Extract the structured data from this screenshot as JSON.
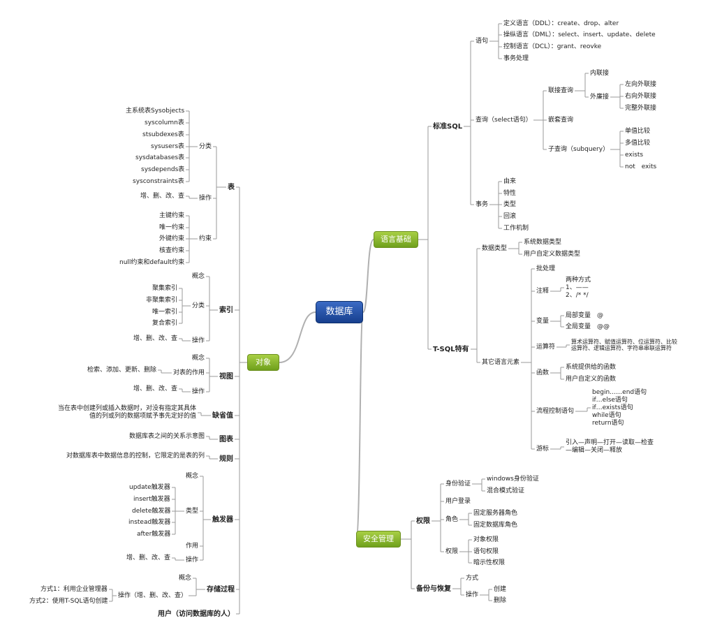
{
  "root": {
    "id": "root",
    "label": "数据库"
  },
  "hubs": [
    {
      "id": "lang",
      "label": "语言基础"
    },
    {
      "id": "obj",
      "label": "对象"
    },
    {
      "id": "sec",
      "label": "安全管理"
    }
  ],
  "nodes": [
    {
      "id": "stdsql",
      "label": "标准SQL",
      "bold": true
    },
    {
      "id": "tsql",
      "label": "T-SQL特有",
      "bold": true
    },
    {
      "id": "yuju",
      "label": "语句"
    },
    {
      "id": "ddl",
      "label": "定义语言（DDL）：create、drop、alter"
    },
    {
      "id": "dml",
      "label": "操纵语言（DML）：select、insert、update、delete"
    },
    {
      "id": "dcl",
      "label": "控制语言（DCL）：grant、reovke"
    },
    {
      "id": "swcl",
      "label": "事务处理"
    },
    {
      "id": "query",
      "label": "查询（select语句）"
    },
    {
      "id": "ljcx",
      "label": "联接查询"
    },
    {
      "id": "nlj",
      "label": "内联接"
    },
    {
      "id": "wlj",
      "label": "外廉接"
    },
    {
      "id": "zwlj",
      "label": "左向外联接"
    },
    {
      "id": "ywlj",
      "label": "右向外联接"
    },
    {
      "id": "wqwlj",
      "label": "完整外联接"
    },
    {
      "id": "qtcx",
      "label": "嵌套查询"
    },
    {
      "id": "zcx",
      "label": "子查询（subquery）"
    },
    {
      "id": "dzbj",
      "label": "单值比较"
    },
    {
      "id": "duozbj",
      "label": "多值比较"
    },
    {
      "id": "exists",
      "label": "exists"
    },
    {
      "id": "notexits",
      "label": "not　exits"
    },
    {
      "id": "shiwu",
      "label": "事务"
    },
    {
      "id": "youlai",
      "label": "由来"
    },
    {
      "id": "texing",
      "label": "特性"
    },
    {
      "id": "leixing",
      "label": "类型"
    },
    {
      "id": "huigun",
      "label": "回滚"
    },
    {
      "id": "gzjz",
      "label": "工作机制"
    },
    {
      "id": "sjlx",
      "label": "数据类型"
    },
    {
      "id": "xtsjlx",
      "label": "系统数据类型"
    },
    {
      "id": "yhzdy",
      "label": "用户自定义数据类型"
    },
    {
      "id": "qtyy",
      "label": "其它语言元素"
    },
    {
      "id": "pcl",
      "label": "批处理"
    },
    {
      "id": "zhushi",
      "label": "注释"
    },
    {
      "id": "zsdetail",
      "label": "两种方式\n1、——\n2、/* */"
    },
    {
      "id": "bianliang",
      "label": "变量"
    },
    {
      "id": "jubu",
      "label": "局部变量　@"
    },
    {
      "id": "quanju",
      "label": "全局变量　@@"
    },
    {
      "id": "ysf",
      "label": "运算符"
    },
    {
      "id": "ysfdetail",
      "label": "算术运算符、赋值运算符、位运算符、比较\n运算符、逻辑运算符、字符串串联运算符"
    },
    {
      "id": "hanshu",
      "label": "函数"
    },
    {
      "id": "xttg",
      "label": "系统提供给的函数"
    },
    {
      "id": "yhzdyhs",
      "label": "用户自定义的函数"
    },
    {
      "id": "lckz",
      "label": "流程控制语句"
    },
    {
      "id": "lckzdetail",
      "label": "begin……end语句\nif…else语句\nif…exists语句\nwhile语句\nreturn语句"
    },
    {
      "id": "youbiao",
      "label": "游标"
    },
    {
      "id": "ybdetail",
      "label": "引入—声明—打开—读取—检查\n—编辑—关闭—释放"
    },
    {
      "id": "quanxian",
      "label": "权限",
      "bold": true
    },
    {
      "id": "bfhf",
      "label": "备份与恢复",
      "bold": true
    },
    {
      "id": "sfyz",
      "label": "身份验证"
    },
    {
      "id": "winyz",
      "label": "windows身份验证"
    },
    {
      "id": "hhyz",
      "label": "混合模式验证"
    },
    {
      "id": "yhdl",
      "label": "用户登录"
    },
    {
      "id": "juese",
      "label": "角色"
    },
    {
      "id": "gdfwq",
      "label": "固定服务器角色"
    },
    {
      "id": "gdsjk",
      "label": "固定数据库角色"
    },
    {
      "id": "qx2",
      "label": "权限"
    },
    {
      "id": "dxqx",
      "label": "对象权限"
    },
    {
      "id": "yjqx",
      "label": "语句权限"
    },
    {
      "id": "asxqx",
      "label": "暗示性权限"
    },
    {
      "id": "fangshi",
      "label": "方式"
    },
    {
      "id": "caozuo",
      "label": "操作"
    },
    {
      "id": "chuangjian",
      "label": "创建"
    },
    {
      "id": "shanchu",
      "label": "删除"
    },
    {
      "id": "biao",
      "label": "表",
      "bold": true
    },
    {
      "id": "fenlei",
      "label": "分类"
    },
    {
      "id": "sysobj",
      "label": "主系统表Sysobjects"
    },
    {
      "id": "syscol",
      "label": "syscolumn表"
    },
    {
      "id": "stsub",
      "label": "stsubdexes表"
    },
    {
      "id": "sysusr",
      "label": "sysusers表"
    },
    {
      "id": "sysdb",
      "label": "sysdatabases表"
    },
    {
      "id": "sysdep",
      "label": "sysdepends表"
    },
    {
      "id": "syscon",
      "label": "sysconstraints表"
    },
    {
      "id": "bcz",
      "label": "操作"
    },
    {
      "id": "bczd",
      "label": "增、删、改、查"
    },
    {
      "id": "yueshu",
      "label": "约束"
    },
    {
      "id": "zjys",
      "label": "主键约束"
    },
    {
      "id": "wyys",
      "label": "唯一约束"
    },
    {
      "id": "wjys",
      "label": "外键约束"
    },
    {
      "id": "hcys",
      "label": "核查约束"
    },
    {
      "id": "nullys",
      "label": "null约束和default约束"
    },
    {
      "id": "suoyin",
      "label": "索引",
      "bold": true
    },
    {
      "id": "sygn",
      "label": "概念"
    },
    {
      "id": "syfl",
      "label": "分类"
    },
    {
      "id": "jjsy",
      "label": "聚集索引"
    },
    {
      "id": "fjjsy",
      "label": "非聚集索引"
    },
    {
      "id": "wysy",
      "label": "唯一索引"
    },
    {
      "id": "fhsy",
      "label": "复合索引"
    },
    {
      "id": "sycz",
      "label": "操作"
    },
    {
      "id": "syczd",
      "label": "增、删、改、查"
    },
    {
      "id": "shitu",
      "label": "视图",
      "bold": true
    },
    {
      "id": "stgn",
      "label": "概念"
    },
    {
      "id": "dbdzy",
      "label": "对表的作用"
    },
    {
      "id": "dbzyd",
      "label": "检索、添加、更新、删除"
    },
    {
      "id": "stcz",
      "label": "操作"
    },
    {
      "id": "stczd",
      "label": "增、删、改、查"
    },
    {
      "id": "qsz",
      "label": "缺省值",
      "bold": true
    },
    {
      "id": "qszd",
      "label": "当在表中创建列或插入数据时，对没有指定其具体\n值的列或列的数据项赋予事先定好的值"
    },
    {
      "id": "tubiao",
      "label": "图表",
      "bold": true
    },
    {
      "id": "tbd",
      "label": "数据库表之间的关系示意图"
    },
    {
      "id": "guize",
      "label": "规则",
      "bold": true
    },
    {
      "id": "gzd",
      "label": "对数据库表中数据信息的控制，它限定的是表的列"
    },
    {
      "id": "cfq",
      "label": "触发器",
      "bold": true
    },
    {
      "id": "cfgn",
      "label": "概念"
    },
    {
      "id": "cflx",
      "label": "类型"
    },
    {
      "id": "upd",
      "label": "update触发器"
    },
    {
      "id": "ins",
      "label": "insert触发器"
    },
    {
      "id": "del",
      "label": "delete触发器"
    },
    {
      "id": "inst",
      "label": "instead触发器"
    },
    {
      "id": "aft",
      "label": "after触发器"
    },
    {
      "id": "cfzy",
      "label": "作用"
    },
    {
      "id": "cfcz",
      "label": "操作"
    },
    {
      "id": "cfczd",
      "label": "增、删、改、查"
    },
    {
      "id": "ccgc",
      "label": "存储过程",
      "bold": true
    },
    {
      "id": "ccgn",
      "label": "概念"
    },
    {
      "id": "cccz",
      "label": "操作（增、删、改、查）"
    },
    {
      "id": "fs1",
      "label": "方式1：利用企业管理器"
    },
    {
      "id": "fs2",
      "label": "方式2：使用T-SQL语句创建"
    },
    {
      "id": "yonghu",
      "label": "用户（访问数据库的人）",
      "bold": true
    }
  ],
  "edges": [
    [
      "root",
      "lang"
    ],
    [
      "root",
      "obj"
    ],
    [
      "root",
      "sec"
    ],
    [
      "lang",
      "stdsql"
    ],
    [
      "lang",
      "tsql"
    ],
    [
      "stdsql",
      "yuju"
    ],
    [
      "stdsql",
      "query"
    ],
    [
      "stdsql",
      "shiwu"
    ],
    [
      "yuju",
      "ddl"
    ],
    [
      "yuju",
      "dml"
    ],
    [
      "yuju",
      "dcl"
    ],
    [
      "yuju",
      "swcl"
    ],
    [
      "query",
      "ljcx"
    ],
    [
      "query",
      "qtcx"
    ],
    [
      "query",
      "zcx"
    ],
    [
      "ljcx",
      "nlj"
    ],
    [
      "ljcx",
      "wlj"
    ],
    [
      "wlj",
      "zwlj"
    ],
    [
      "wlj",
      "ywlj"
    ],
    [
      "wlj",
      "wqwlj"
    ],
    [
      "zcx",
      "dzbj"
    ],
    [
      "zcx",
      "duozbj"
    ],
    [
      "zcx",
      "exists"
    ],
    [
      "zcx",
      "notexits"
    ],
    [
      "shiwu",
      "youlai"
    ],
    [
      "shiwu",
      "texing"
    ],
    [
      "shiwu",
      "leixing"
    ],
    [
      "shiwu",
      "huigun"
    ],
    [
      "shiwu",
      "gzjz"
    ],
    [
      "tsql",
      "sjlx"
    ],
    [
      "tsql",
      "qtyy"
    ],
    [
      "sjlx",
      "xtsjlx"
    ],
    [
      "sjlx",
      "yhzdy"
    ],
    [
      "qtyy",
      "pcl"
    ],
    [
      "qtyy",
      "zhushi"
    ],
    [
      "qtyy",
      "bianliang"
    ],
    [
      "qtyy",
      "ysf"
    ],
    [
      "qtyy",
      "hanshu"
    ],
    [
      "qtyy",
      "lckz"
    ],
    [
      "qtyy",
      "youbiao"
    ],
    [
      "zhushi",
      "zsdetail"
    ],
    [
      "bianliang",
      "jubu"
    ],
    [
      "bianliang",
      "quanju"
    ],
    [
      "ysf",
      "ysfdetail"
    ],
    [
      "hanshu",
      "xttg"
    ],
    [
      "hanshu",
      "yhzdyhs"
    ],
    [
      "lckz",
      "lckzdetail"
    ],
    [
      "youbiao",
      "ybdetail"
    ],
    [
      "sec",
      "quanxian"
    ],
    [
      "sec",
      "bfhf"
    ],
    [
      "quanxian",
      "sfyz"
    ],
    [
      "quanxian",
      "yhdl"
    ],
    [
      "quanxian",
      "juese"
    ],
    [
      "quanxian",
      "qx2"
    ],
    [
      "sfyz",
      "winyz"
    ],
    [
      "sfyz",
      "hhyz"
    ],
    [
      "juese",
      "gdfwq"
    ],
    [
      "juese",
      "gdsjk"
    ],
    [
      "qx2",
      "dxqx"
    ],
    [
      "qx2",
      "yjqx"
    ],
    [
      "qx2",
      "asxqx"
    ],
    [
      "bfhf",
      "fangshi"
    ],
    [
      "bfhf",
      "caozuo"
    ],
    [
      "caozuo",
      "chuangjian"
    ],
    [
      "caozuo",
      "shanchu"
    ],
    [
      "obj",
      "biao"
    ],
    [
      "obj",
      "suoyin"
    ],
    [
      "obj",
      "shitu"
    ],
    [
      "obj",
      "qsz"
    ],
    [
      "obj",
      "tubiao"
    ],
    [
      "obj",
      "guize"
    ],
    [
      "obj",
      "cfq"
    ],
    [
      "obj",
      "ccgc"
    ],
    [
      "obj",
      "yonghu"
    ],
    [
      "biao",
      "fenlei"
    ],
    [
      "biao",
      "bcz"
    ],
    [
      "biao",
      "yueshu"
    ],
    [
      "fenlei",
      "sysobj"
    ],
    [
      "fenlei",
      "syscol"
    ],
    [
      "fenlei",
      "stsub"
    ],
    [
      "fenlei",
      "sysusr"
    ],
    [
      "fenlei",
      "sysdb"
    ],
    [
      "fenlei",
      "sysdep"
    ],
    [
      "fenlei",
      "syscon"
    ],
    [
      "bcz",
      "bczd"
    ],
    [
      "yueshu",
      "zjys"
    ],
    [
      "yueshu",
      "wyys"
    ],
    [
      "yueshu",
      "wjys"
    ],
    [
      "yueshu",
      "hcys"
    ],
    [
      "yueshu",
      "nullys"
    ],
    [
      "suoyin",
      "sygn"
    ],
    [
      "suoyin",
      "syfl"
    ],
    [
      "suoyin",
      "sycz"
    ],
    [
      "syfl",
      "jjsy"
    ],
    [
      "syfl",
      "fjjsy"
    ],
    [
      "syfl",
      "wysy"
    ],
    [
      "syfl",
      "fhsy"
    ],
    [
      "sycz",
      "syczd"
    ],
    [
      "shitu",
      "stgn"
    ],
    [
      "shitu",
      "dbdzy"
    ],
    [
      "shitu",
      "stcz"
    ],
    [
      "dbdzy",
      "dbzyd"
    ],
    [
      "stcz",
      "stczd"
    ],
    [
      "qsz",
      "qszd"
    ],
    [
      "tubiao",
      "tbd"
    ],
    [
      "guize",
      "gzd"
    ],
    [
      "cfq",
      "cfgn"
    ],
    [
      "cfq",
      "cflx"
    ],
    [
      "cfq",
      "cfzy"
    ],
    [
      "cfq",
      "cfcz"
    ],
    [
      "cflx",
      "upd"
    ],
    [
      "cflx",
      "ins"
    ],
    [
      "cflx",
      "del"
    ],
    [
      "cflx",
      "inst"
    ],
    [
      "cflx",
      "aft"
    ],
    [
      "cfcz",
      "cfczd"
    ],
    [
      "ccgc",
      "ccgn"
    ],
    [
      "ccgc",
      "cccz"
    ],
    [
      "cccz",
      "fs1"
    ],
    [
      "cccz",
      "fs2"
    ]
  ]
}
